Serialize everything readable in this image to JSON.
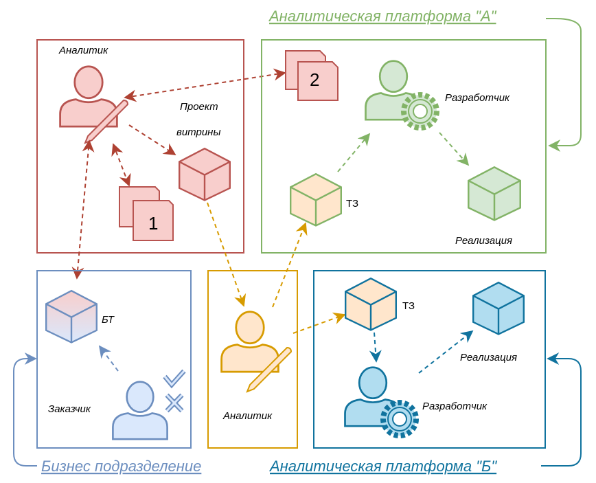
{
  "colors": {
    "red_stroke": "#b85450",
    "red_fill": "#f8cecc",
    "red_arrow": "#ae4132",
    "green_stroke": "#82b366",
    "green_fill": "#d5e8d4",
    "orange_stroke": "#d79b00",
    "orange_fill": "#ffe6cc",
    "blue_stroke": "#6c8ebf",
    "blue_fill": "#dae8fc",
    "teal_stroke": "#10739e",
    "teal_fill": "#b1ddf0"
  },
  "groups": {
    "platform_a": {
      "title": "Аналитическая платформа \"А\""
    },
    "platform_b": {
      "title": "Аналитическая платформа \"Б\""
    },
    "business": {
      "title": "Бизнес подразделение"
    }
  },
  "red_box": {
    "analyst_label": "Аналитик",
    "project_label_1": "Проект",
    "project_label_2": "витрины",
    "doc1_number": "1",
    "doc2_number": "2"
  },
  "green_box": {
    "developer_label": "Разработчик",
    "tz_label": "ТЗ",
    "impl_label": "Реализация"
  },
  "business_box": {
    "bt_label": "БТ",
    "customer_label": "Заказчик"
  },
  "orange_box": {
    "analyst_label": "Аналитик"
  },
  "teal_box": {
    "tz_label": "ТЗ",
    "impl_label": "Реализация",
    "developer_label": "Разработчик"
  }
}
